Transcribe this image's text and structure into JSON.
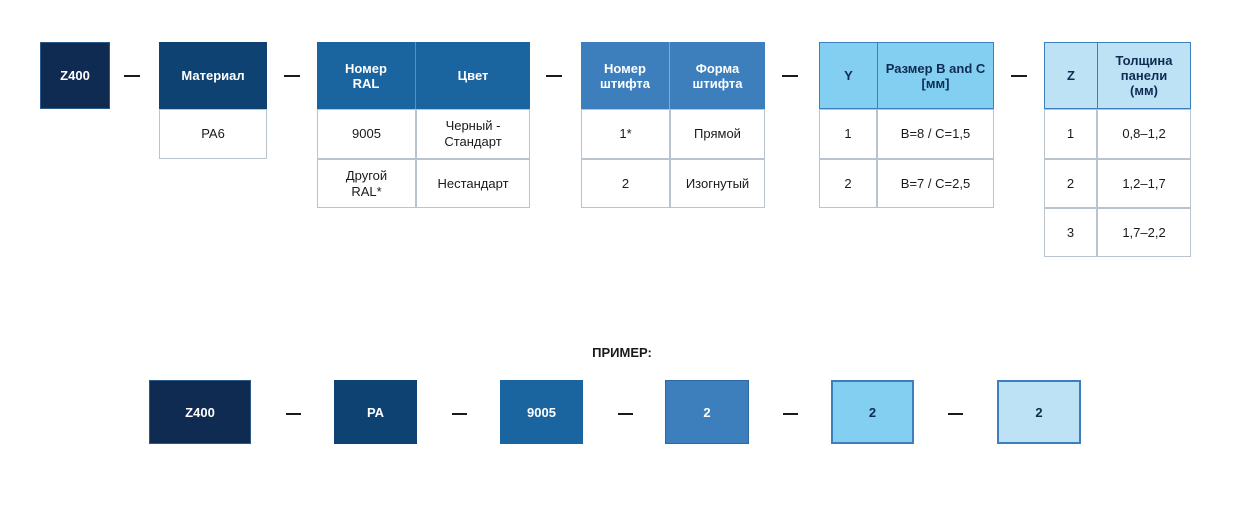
{
  "colors": {
    "navy": "#0f2b52",
    "dark_blue": "#0d4272",
    "mid_blue": "#1a64a0",
    "steel_blue": "#3d7fbc",
    "light_blue": "#82cff1",
    "pale_blue": "#bde2f6",
    "border_light": "#b9c4cf"
  },
  "boxes": {
    "z400": "Z400",
    "material": {
      "header": "Материал",
      "value": "PA6"
    },
    "ral": {
      "headers": [
        "Номер RAL",
        "Цвет"
      ],
      "rows": [
        [
          "9005",
          "Черный - Стандарт"
        ],
        [
          "Другой RAL*",
          "Нестандарт"
        ]
      ]
    },
    "pin": {
      "headers": [
        "Номер штифта",
        "Форма штифта"
      ],
      "rows": [
        [
          "1*",
          "Прямой"
        ],
        [
          "2",
          "Изогнутый"
        ]
      ]
    },
    "y": {
      "headers": [
        "Y",
        "Размер B and C [мм]"
      ],
      "rows": [
        [
          "1",
          "B=8 / C=1,5"
        ],
        [
          "2",
          "B=7 / C=2,5"
        ]
      ]
    },
    "z": {
      "headers": [
        "Z",
        "Толщина панели (мм)"
      ],
      "rows": [
        [
          "1",
          "0,8–1,2"
        ],
        [
          "2",
          "1,2–1,7"
        ],
        [
          "3",
          "1,7–2,2"
        ]
      ]
    }
  },
  "separator": "—",
  "example": {
    "title": "ПРИМЕР:",
    "values": [
      "Z400",
      "PA",
      "9005",
      "2",
      "2",
      "2"
    ]
  }
}
